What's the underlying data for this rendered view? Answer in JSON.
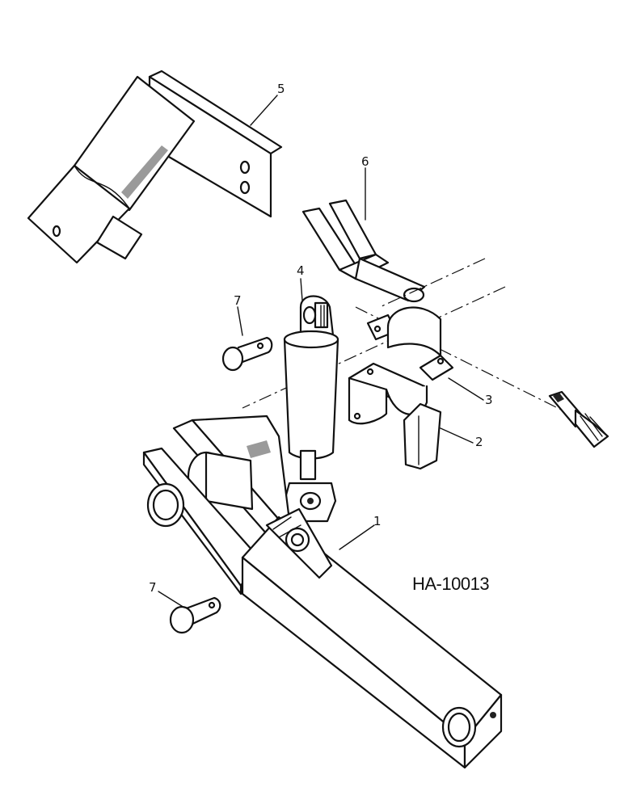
{
  "diagram": {
    "reference_code": "HA-10013",
    "callouts": [
      {
        "id": "callout-1",
        "label": "1"
      },
      {
        "id": "callout-2",
        "label": "2"
      },
      {
        "id": "callout-3",
        "label": "3"
      },
      {
        "id": "callout-4",
        "label": "4"
      },
      {
        "id": "callout-5",
        "label": "5"
      },
      {
        "id": "callout-6",
        "label": "6"
      },
      {
        "id": "callout-7a",
        "label": "7"
      },
      {
        "id": "callout-7b",
        "label": "7"
      }
    ],
    "colors": {
      "ink": "#111111",
      "paper": "#ffffff",
      "shade": "#9a9a9a"
    }
  }
}
